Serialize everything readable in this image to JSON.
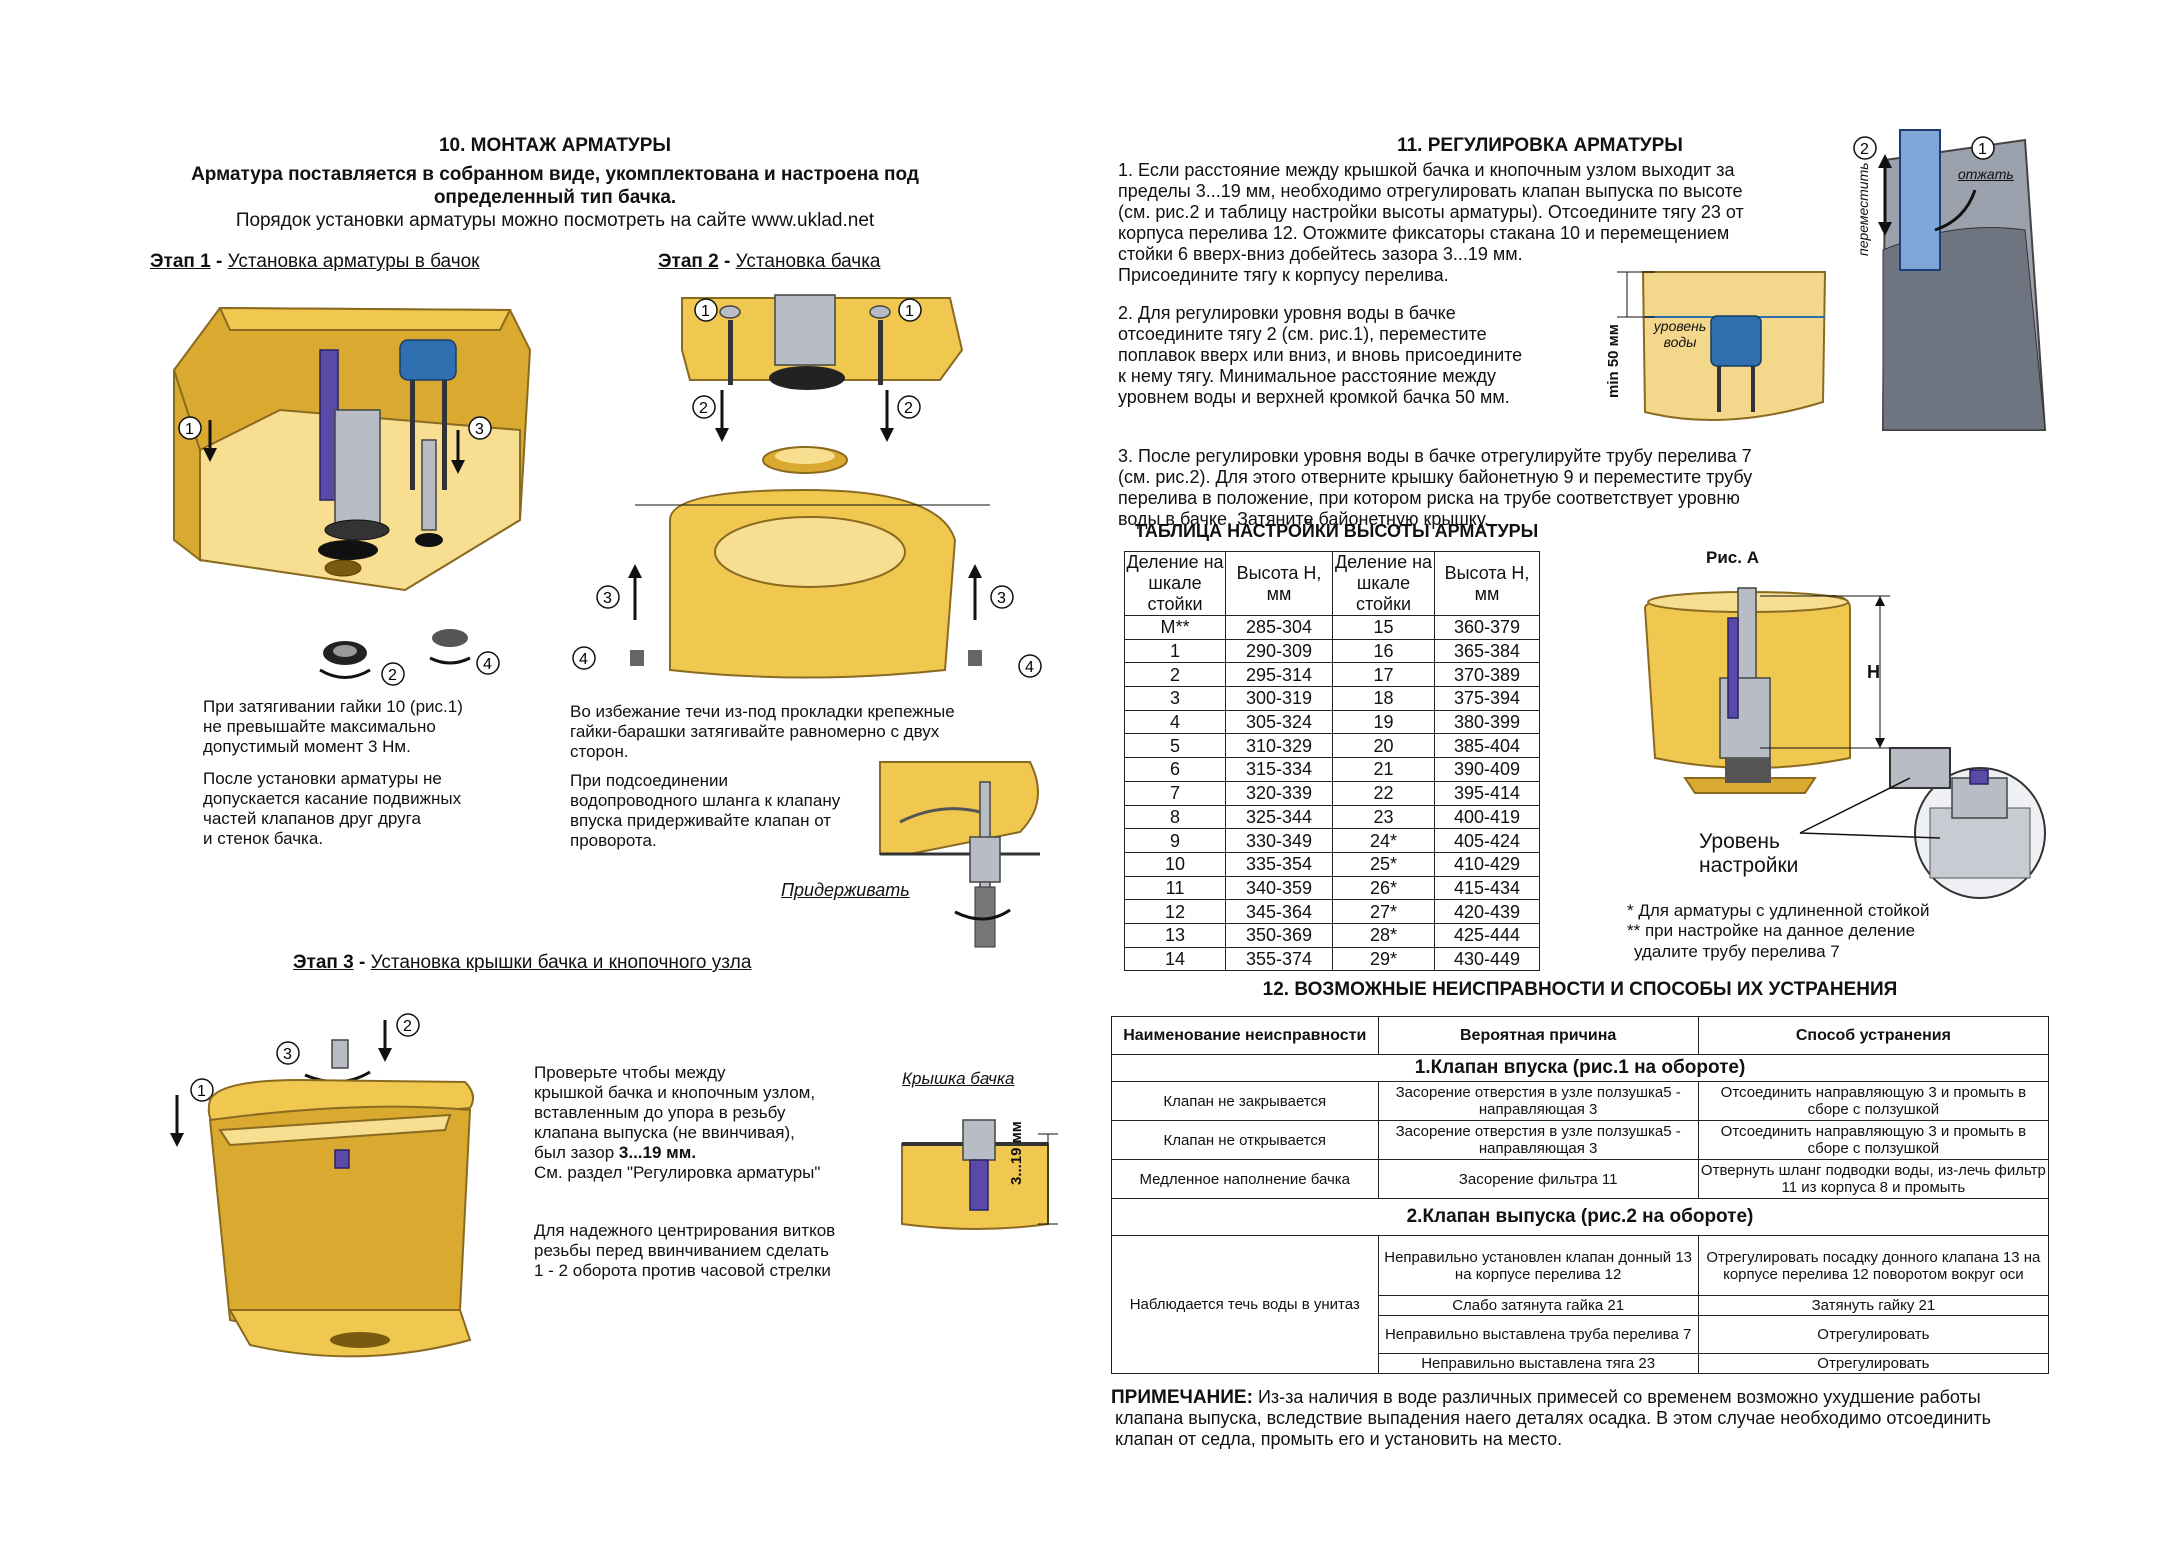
{
  "left": {
    "section_title": "10. МОНТАЖ АРМАТУРЫ",
    "intro_bold": "Арматура поставляется в собранном виде, укомплектована и настроена под определенный тип бачка.",
    "intro": "Порядок установки арматуры можно посмотреть на сайте www.uklad.net",
    "stage1": {
      "label": "Этап 1",
      "sep": " - ",
      "title": "Установка арматуры в бачок",
      "note1": [
        "При затягивании гайки 10 (рис.1)",
        "не превышайте максимально",
        "допустимый момент 3 Нм."
      ],
      "note2": [
        "После установки арматуры не",
        "допускается касание подвижных",
        "частей клапанов друг друга",
        "и стенок бачка."
      ]
    },
    "stage2": {
      "label": "Этап 2",
      "sep": " - ",
      "title": "Установка бачка",
      "note1": [
        "Во избежание течи из-под прокладки крепежные",
        "гайки-барашки затягивайте равномерно с двух",
        "сторон."
      ],
      "note2": [
        "При подсоединении",
        "водопроводного шланга к клапану",
        "впуска придерживайте клапан от",
        "проворота."
      ],
      "hold_label": "Придерживать"
    },
    "stage3": {
      "label": "Этап 3",
      "sep": " - ",
      "title": "Установка крышки бачка и кнопочного узла",
      "note1": [
        "Проверьте чтобы между",
        "крышкой бачка и кнопочным узлом,",
        "вставленным до упора в резьбу",
        "клапана выпуска (не ввинчивая),"
      ],
      "gap_prefix": "был зазор ",
      "gap_value": "3...19 мм.",
      "note1_end": "См. раздел \"Регулировка арматуры\"",
      "note2": [
        "Для надежного центрирования витков",
        "резьбы перед ввинчиванием сделать",
        "1 - 2 оборота против часовой стрелки"
      ],
      "lid_label": "Крышка бачка",
      "gap_dim": "3...19 мм"
    }
  },
  "right": {
    "section_title": "11. РЕГУЛИРОВКА АРМАТУРЫ",
    "p1": [
      "1. Если расстояние между крышкой бачка и кнопочным узлом выходит за",
      "пределы 3...19 мм, необходимо отрегулировать клапан выпуска по высоте",
      "(см. рис.2 и таблицу настройки высоты арматуры). Отсоедините тягу 23 от",
      "корпуса перелива 12.   Отожмите фиксаторы стакана 10 и перемещением",
      "стойки 6 вверх-вниз добейтесь зазора 3...19 мм.",
      "Присоедините тягу к корпусу перелива."
    ],
    "p2": [
      "2. Для регулировки уровня воды в бачке",
      "отсоедините тягу 2 (см. рис.1), переместите",
      "поплавок вверх или вниз, и вновь присоедините",
      "к нему тягу. Минимальное расстояние между",
      "уровнем воды и верхней кромкой бачка 50 мм."
    ],
    "p3": [
      "3. После регулировки уровня воды в бачке отрегулируйте трубу перелива 7",
      "(см. рис.2). Для этого отверните крышку байонетную 9 и переместите трубу",
      "перелива в положение, при котором риска на трубе соответствует уровню",
      "воды в бачке. Затяните байонетную крышку."
    ],
    "min_label": "min 50 мм",
    "water_level_small": [
      "уровень",
      "воды"
    ],
    "move_label": "переместить",
    "press_label": "отжать",
    "table_title": "ТАБЛИЦА НАСТРОЙКИ ВЫСОТЫ АРМАТУРЫ",
    "table_headers": [
      "Деление на шкале стойки",
      "Высота Н, мм",
      "Деление на шкале стойки",
      "Высота Н, мм"
    ],
    "table_rows": [
      [
        "М**",
        "285-304",
        "15",
        "360-379"
      ],
      [
        "1",
        "290-309",
        "16",
        "365-384"
      ],
      [
        "2",
        "295-314",
        "17",
        "370-389"
      ],
      [
        "3",
        "300-319",
        "18",
        "375-394"
      ],
      [
        "4",
        "305-324",
        "19",
        "380-399"
      ],
      [
        "5",
        "310-329",
        "20",
        "385-404"
      ],
      [
        "6",
        "315-334",
        "21",
        "390-409"
      ],
      [
        "7",
        "320-339",
        "22",
        "395-414"
      ],
      [
        "8",
        "325-344",
        "23",
        "400-419"
      ],
      [
        "9",
        "330-349",
        "24*",
        "405-424"
      ],
      [
        "10",
        "335-354",
        "25*",
        "410-429"
      ],
      [
        "11",
        "340-359",
        "26*",
        "415-434"
      ],
      [
        "12",
        "345-364",
        "27*",
        "420-439"
      ],
      [
        "13",
        "350-369",
        "28*",
        "425-444"
      ],
      [
        "14",
        "355-374",
        "29*",
        "430-449"
      ]
    ],
    "fig_a_label": "Рис. А",
    "h_label": "H",
    "level_label": [
      "Уровень",
      "настройки"
    ],
    "footnote1": "* Для арматуры с удлиненной стойкой",
    "footnote2": "** при настройке на данное деление",
    "footnote3": "удалите трубу перелива 7",
    "faults_title": "12. ВОЗМОЖНЫЕ НЕИСПРАВНОСТИ И СПОСОБЫ ИХ УСТРАНЕНИЯ",
    "faults_headers": [
      "Наименование неисправности",
      "Вероятная причина",
      "Способ устранения"
    ],
    "section1_title": "1.Клапан впуска (рис.1 на обороте)",
    "section1_rows": [
      [
        "Клапан не закрывается",
        "Засорение отверстия в узле ползушка5 - направляющая 3",
        "Отсоединить направляющую 3 и промыть в сборе с ползушкой"
      ],
      [
        "Клапан не открывается",
        "Засорение отверстия в узле ползушка5 - направляющая 3",
        "Отсоединить направляющую 3 и промыть в сборе с ползушкой"
      ],
      [
        "Медленное наполнение бачка",
        "Засорение фильтра 11",
        "Отвернуть шланг подводки воды, из-лечь фильтр 11 из корпуса 8 и промыть"
      ]
    ],
    "section2_title": "2.Клапан выпуска (рис.2 на обороте)",
    "section2_fault": "Наблюдается течь воды в унитаз",
    "section2_rows": [
      [
        "Неправильно установлен клапан донный 13 на корпусе перелива 12",
        "Отрегулировать посадку донного клапана 13 на корпусе перелива 12 поворотом вокруг оси"
      ],
      [
        "Слабо затянута гайка 21",
        "Затянуть гайку 21"
      ],
      [
        "Неправильно выставлена труба перелива 7",
        "Отрегулировать"
      ],
      [
        "Неправильно выставлена тяга 23",
        "Отрегулировать"
      ]
    ],
    "note_label": "ПРИМЕЧАНИЕ:",
    "note_text": [
      "Из-за наличия в воде различных примесей со временем возможно ухудшение работы",
      "клапана выпуска, вследствие выпадения наего деталях осадка. В этом случае необходимо отсоединить",
      "клапан от седла, промыть его и установить на место."
    ]
  },
  "callouts": [
    "1",
    "2",
    "3",
    "4"
  ]
}
